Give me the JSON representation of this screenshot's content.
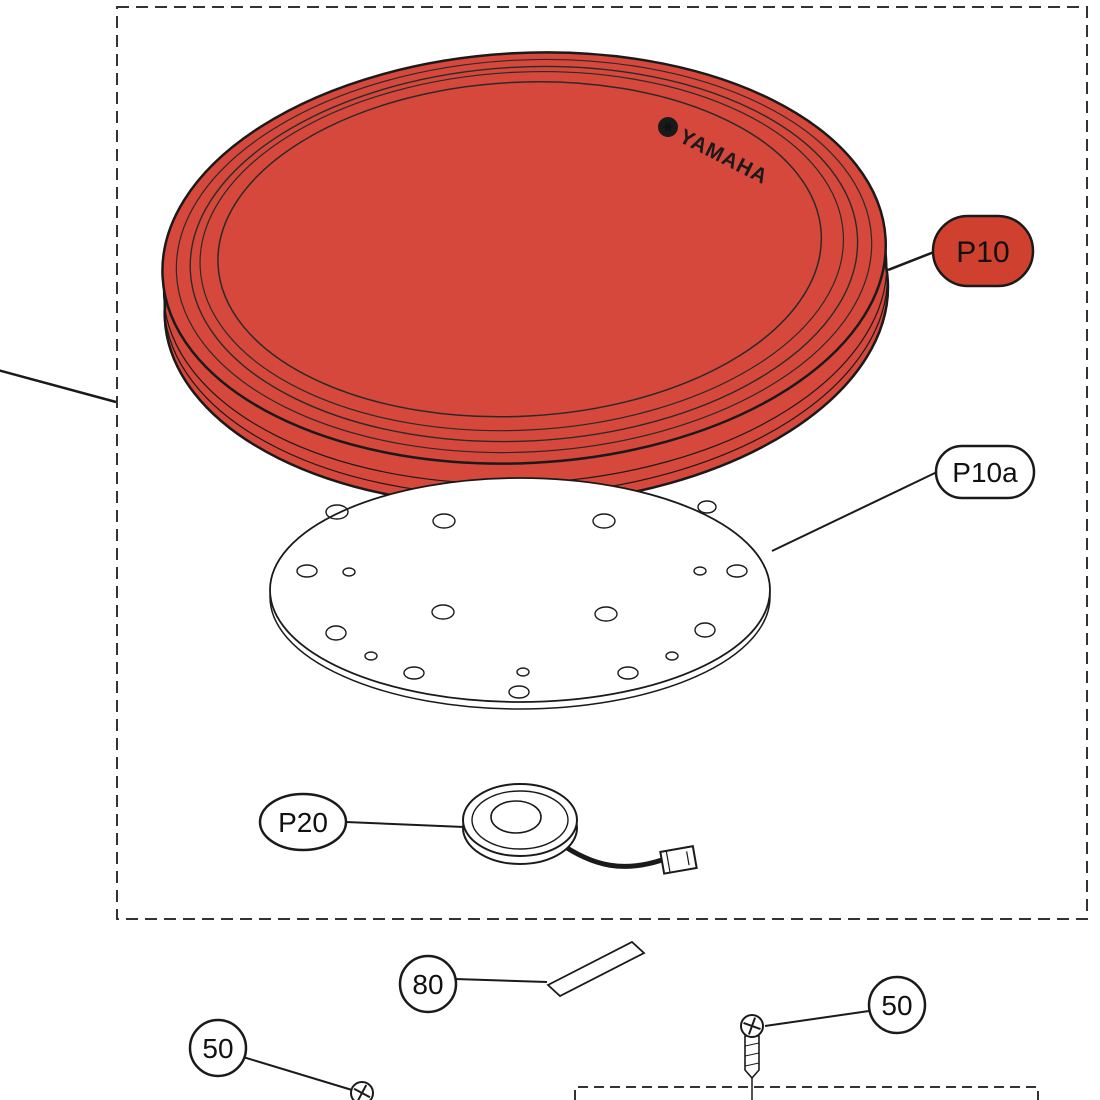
{
  "diagram": {
    "type": "exploded-parts-diagram",
    "brand": "YAMAHA",
    "callouts": [
      {
        "id": "P10",
        "label": "P10",
        "style": "red-pill",
        "points_to": "drum-pad"
      },
      {
        "id": "P10a",
        "label": "P10a",
        "style": "white-pill",
        "points_to": "mounting-plate"
      },
      {
        "id": "P20",
        "label": "P20",
        "style": "white-oval",
        "points_to": "piezo-sensor"
      },
      {
        "id": "80",
        "label": "80",
        "style": "white-circle",
        "points_to": "sticker-strip"
      },
      {
        "id": "50-left",
        "label": "50",
        "style": "white-circle",
        "points_to": "screw-left"
      },
      {
        "id": "50-right",
        "label": "50",
        "style": "white-circle",
        "points_to": "screw-right"
      }
    ],
    "colors": {
      "pad_red": "#d6483c",
      "callout_red": "#d0402f",
      "line": "#1a1a1a",
      "background": "#ffffff"
    }
  }
}
